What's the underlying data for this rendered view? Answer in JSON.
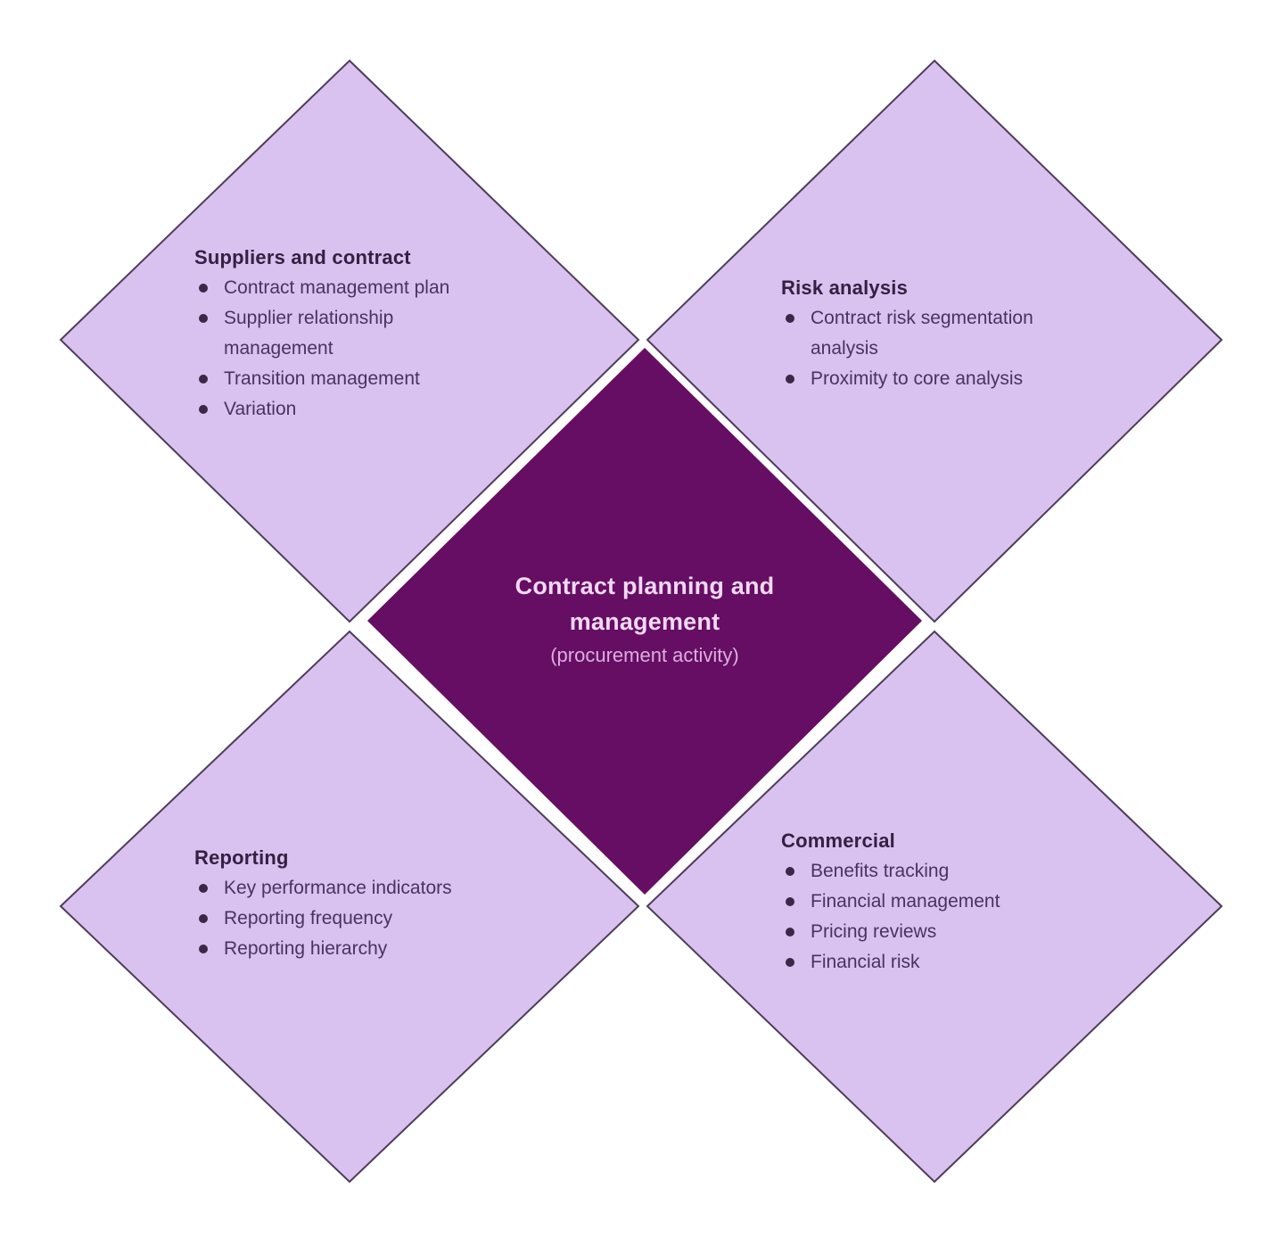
{
  "colors": {
    "background": "#ffffff",
    "light_diamond_fill": "#d9c2f0",
    "light_diamond_border": "#4d3d58",
    "dark_diamond_fill": "#650e63",
    "quadrant_title_text": "#342041",
    "quadrant_bullet_text": "#48335e",
    "center_title_text": "#f2d8f4",
    "center_subtitle_text": "#dcaede"
  },
  "center": {
    "title": "Contract planning and management",
    "subtitle": "(procurement activity)"
  },
  "quadrants": {
    "tl": {
      "title": "Suppliers and contract",
      "items": [
        "Contract management plan",
        "Supplier relationship management",
        "Transition management",
        "Variation"
      ]
    },
    "tr": {
      "title": "Risk analysis",
      "items": [
        "Contract risk segmentation analysis",
        "Proximity to core analysis"
      ]
    },
    "bl": {
      "title": "Reporting",
      "items": [
        "Key performance indicators",
        "Reporting frequency",
        "Reporting hierarchy"
      ]
    },
    "br": {
      "title": "Commercial",
      "items": [
        "Benefits tracking",
        "Financial management",
        "Pricing reviews",
        "Financial risk"
      ]
    }
  }
}
